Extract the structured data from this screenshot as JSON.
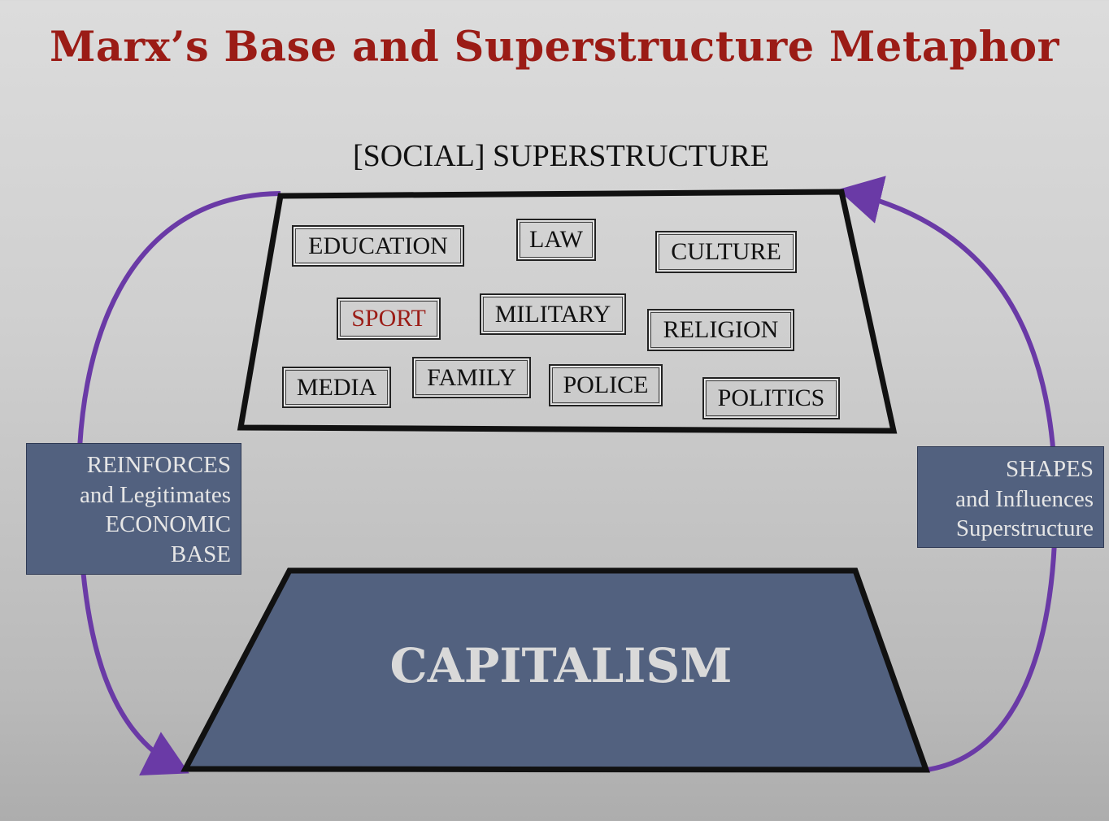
{
  "title": "Marx’s Base and Superstructure Metaphor",
  "superstructure": {
    "heading": "[SOCIAL]  SUPERSTRUCTURE",
    "institutions": [
      {
        "label": "EDUCATION"
      },
      {
        "label": "LAW"
      },
      {
        "label": "CULTURE"
      },
      {
        "label": "SPORT"
      },
      {
        "label": "MILITARY"
      },
      {
        "label": "RELIGION"
      },
      {
        "label": "MEDIA"
      },
      {
        "label": "FAMILY"
      },
      {
        "label": "POLICE"
      },
      {
        "label": "POLITICS"
      }
    ]
  },
  "base": {
    "label": "CAPITALISM"
  },
  "left_arrow": {
    "lines": [
      "REINFORCES",
      "and Legitimates",
      "ECONOMIC",
      "BASE"
    ]
  },
  "right_arrow": {
    "lines": [
      "SHAPES",
      "and Influences",
      "Superstructure"
    ]
  },
  "colors": {
    "title": "#9b1c16",
    "highlight": "#9b1c16",
    "box_fill": "#52617f",
    "arrow": "#6a3aa6"
  }
}
